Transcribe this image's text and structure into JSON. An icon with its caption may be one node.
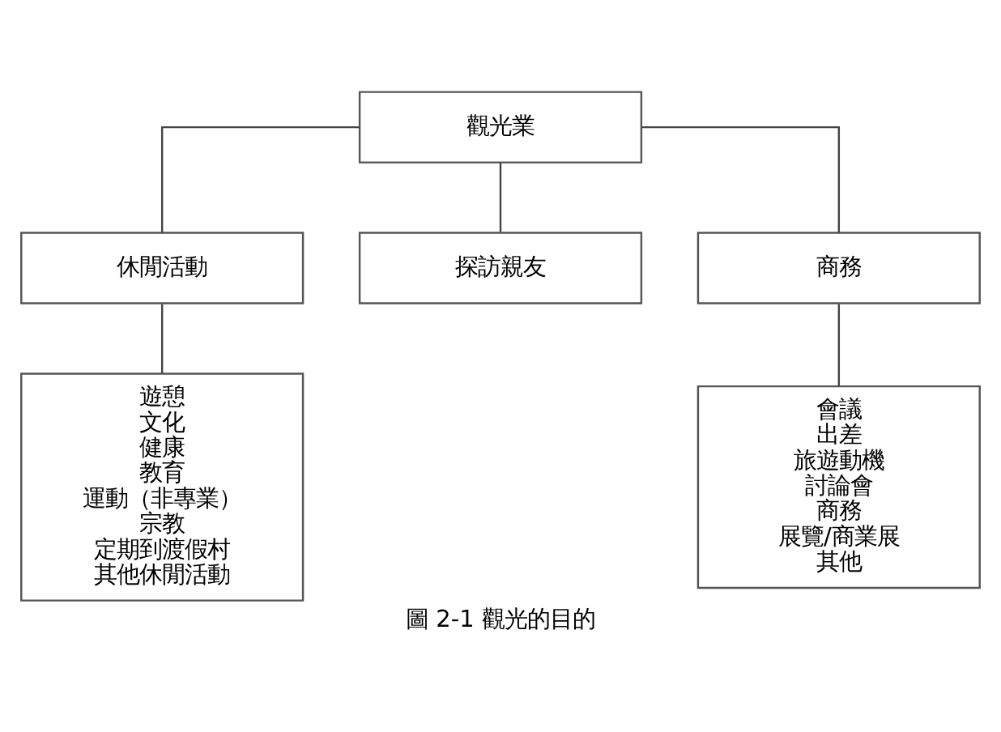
{
  "diagram": {
    "caption": "圖 2-1 觀光的目的",
    "nodes": [
      {
        "text": [
          "觀光業"
        ]
      },
      {
        "text": [
          "休閒活動"
        ]
      },
      {
        "text": [
          "探訪親友"
        ]
      },
      {
        "text": [
          "商務"
        ]
      },
      {
        "text": [
          "遊憩",
          "文化",
          "健康",
          "教育",
          "運動（非專業）",
          "宗教",
          "定期到渡假村",
          "其他休閒活動"
        ]
      },
      {
        "text": [
          "會議",
          "出差",
          "旅遊動機",
          "討論會",
          "商務",
          "展覽/商業展",
          "其他"
        ]
      }
    ],
    "edges": [
      {
        "from": 0,
        "to": 1,
        "arrow": "none"
      },
      {
        "from": 0,
        "to": 2,
        "arrow": "none"
      },
      {
        "from": 0,
        "to": 3,
        "arrow": "none"
      },
      {
        "from": 1,
        "to": 4,
        "arrow": "none"
      },
      {
        "from": 3,
        "to": 5,
        "arrow": "none"
      }
    ]
  }
}
